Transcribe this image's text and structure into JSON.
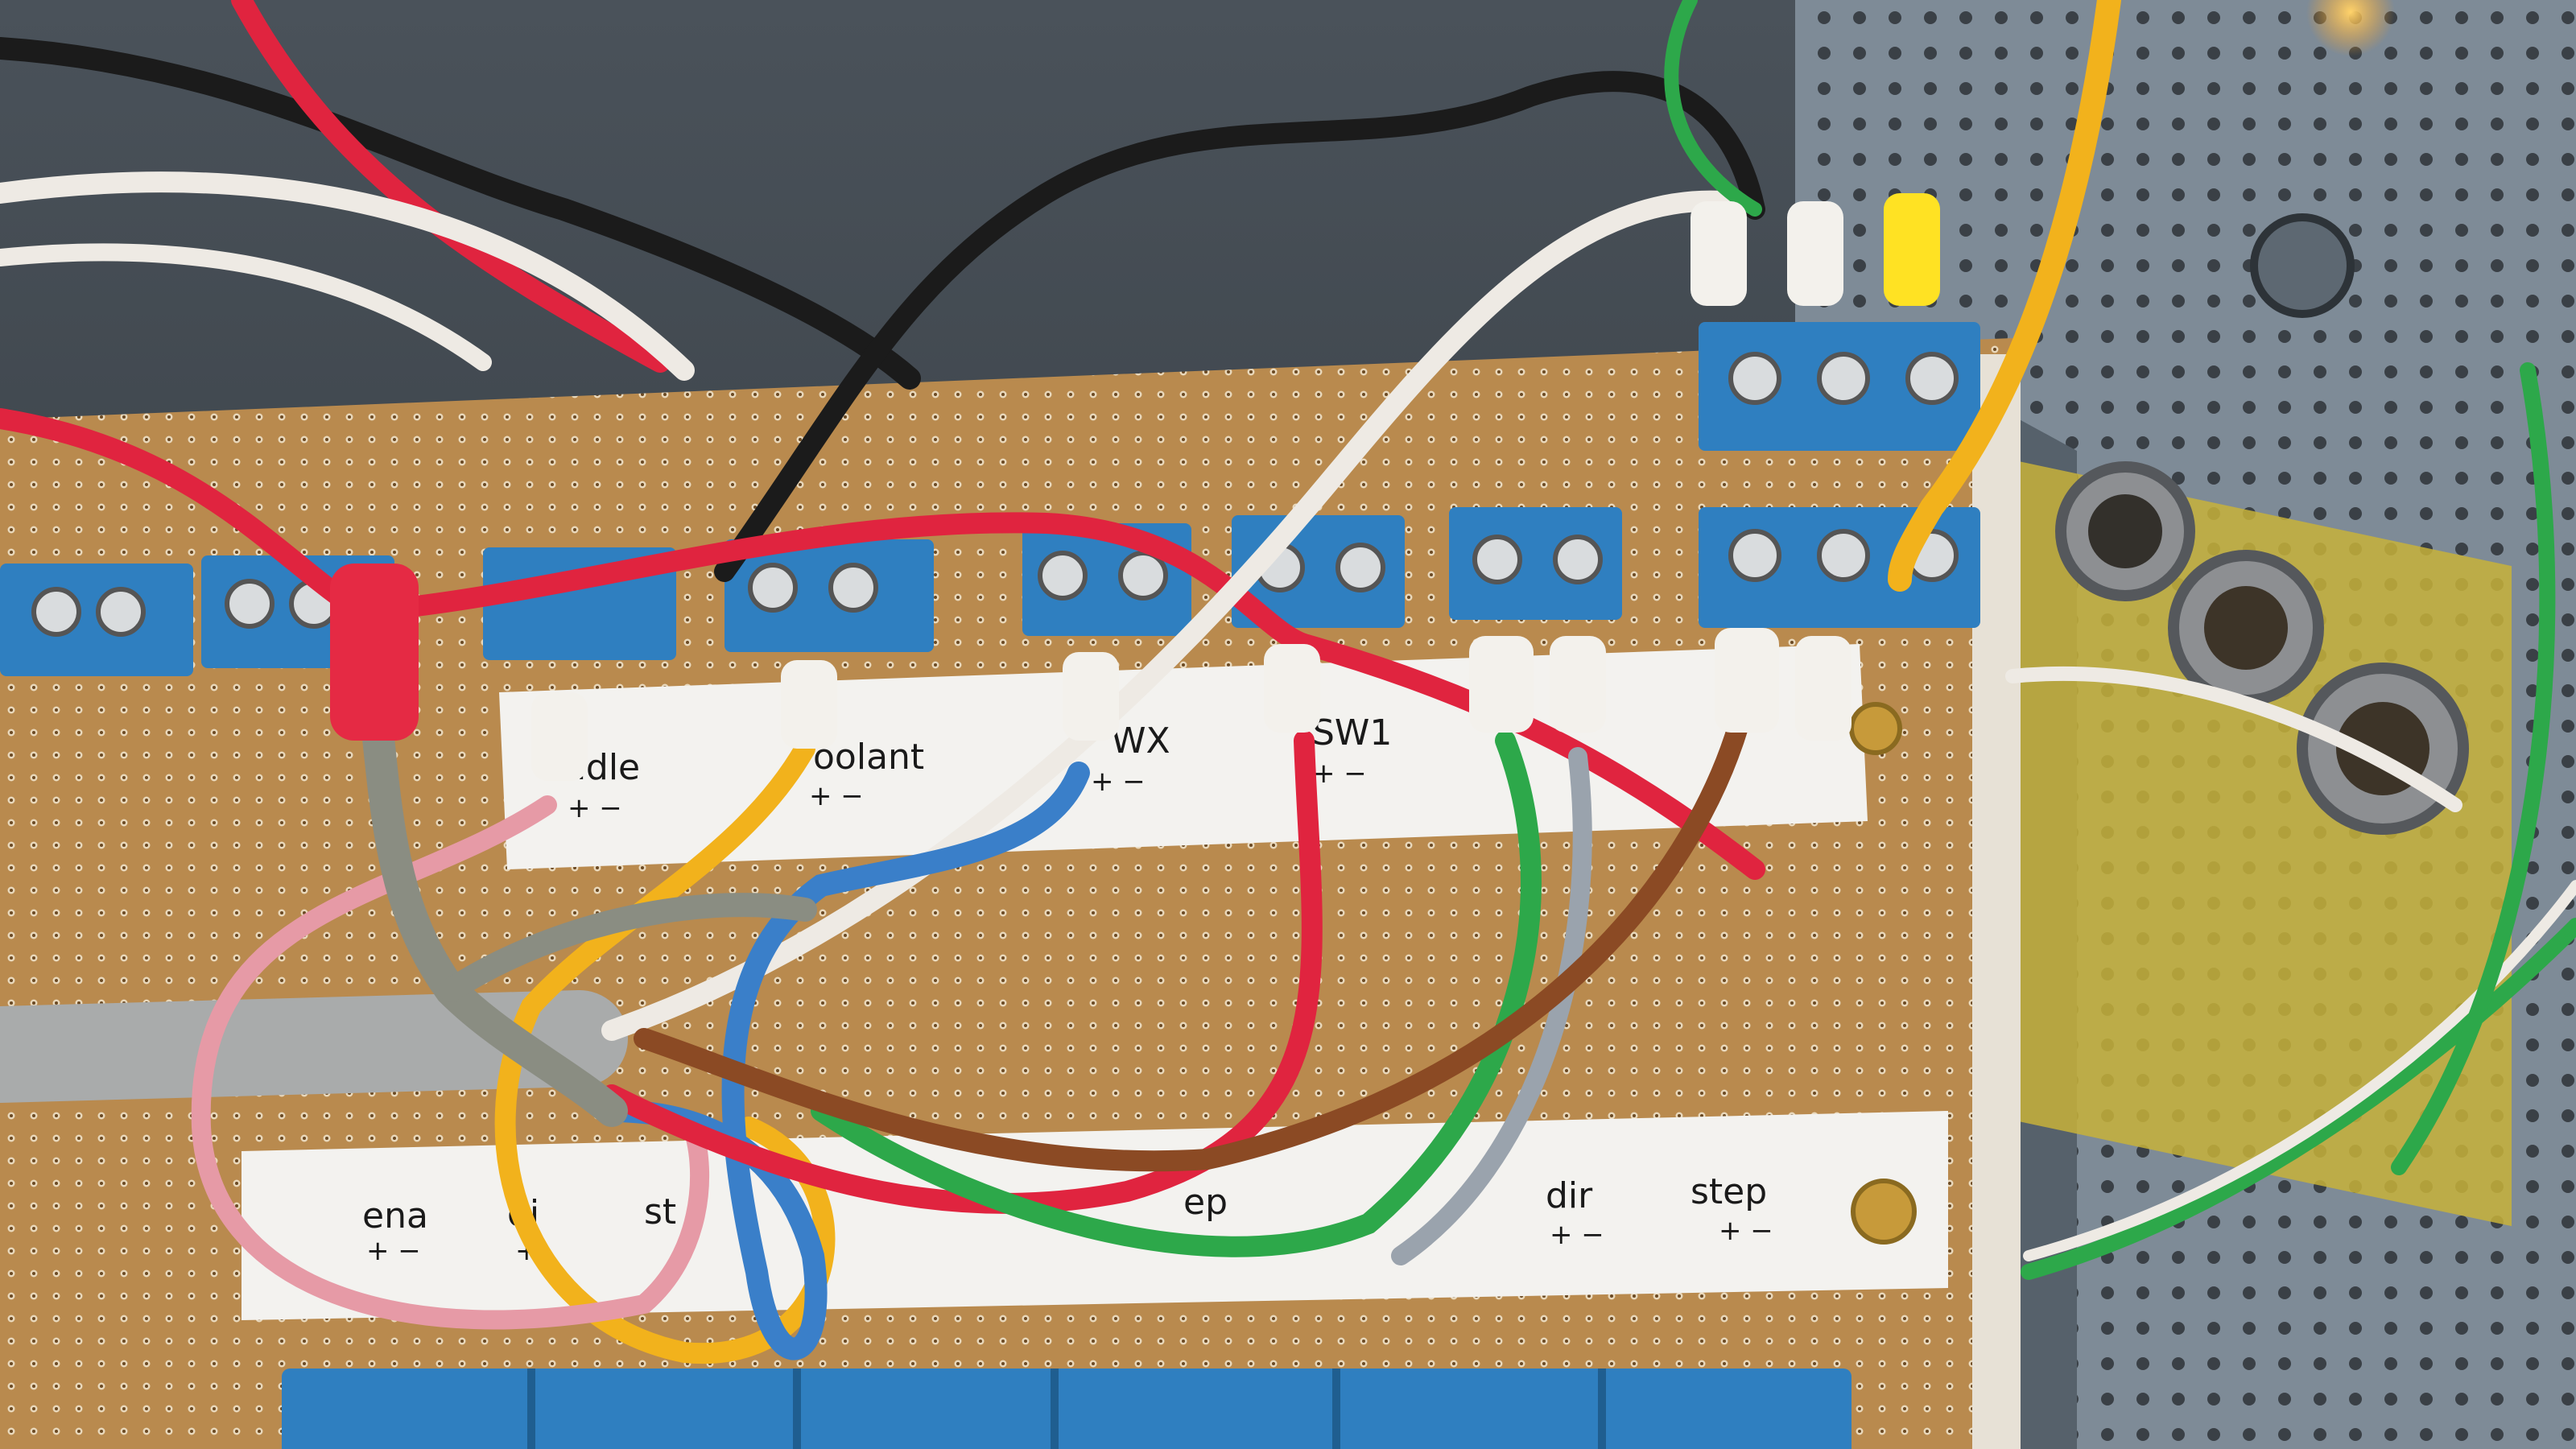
{
  "photo": {
    "labels_top": {
      "spindle": "ndle",
      "coolant": "oolant",
      "wx": "WX",
      "sw1": "SW1",
      "pm": "+  −"
    },
    "labels_bottom": {
      "ena": "ena",
      "dir_partial": "di",
      "step_partial": "st",
      "step_mid": "ep",
      "dir": "dir",
      "step": "step",
      "pm": "+  −",
      "minus": "−",
      "plus_small": "+"
    },
    "colors": {
      "board": "#b98a4e",
      "terminal_blue": "#2f7fc0",
      "wire_red": "#e0243f",
      "wire_black": "#1b1b1b",
      "wire_white": "#eeeae4",
      "wire_yellow": "#f2b21c",
      "wire_pink": "#e69aa6",
      "wire_blue": "#3a7fc9",
      "wire_green": "#2da84a",
      "wire_brown": "#8b4a24",
      "wire_grey": "#9aa3ad",
      "chassis": "#7e8b97",
      "enclosure_wall": "#3a4046"
    }
  }
}
